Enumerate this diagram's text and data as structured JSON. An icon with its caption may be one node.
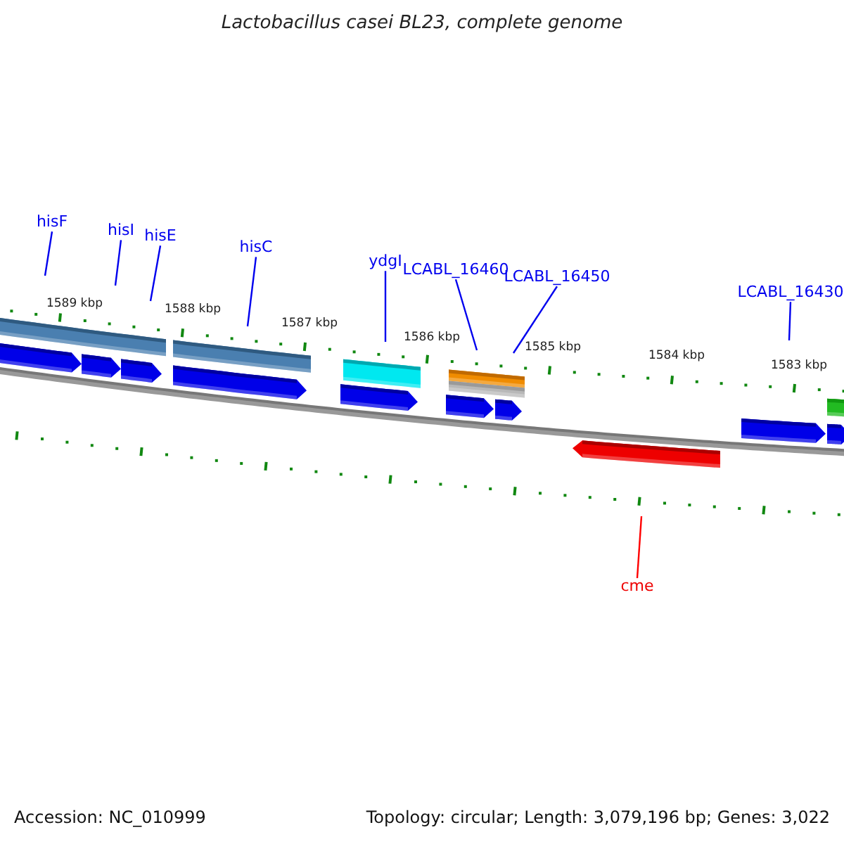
{
  "diagram": {
    "title": "Lactobacillus casei BL23, complete genome",
    "nodes": [
      {
        "text": [
          "hisF"
        ]
      },
      {
        "text": [
          "hisI"
        ]
      },
      {
        "text": [
          "hisE"
        ]
      },
      {
        "text": [
          "hisC"
        ]
      },
      {
        "text": [
          "ydgI"
        ]
      },
      {
        "text": [
          "LCABL_16460"
        ]
      },
      {
        "text": [
          "LCABL_16450"
        ]
      },
      {
        "text": [
          "LCABL_16430"
        ]
      },
      {
        "text": [
          "cme"
        ]
      }
    ],
    "edges": [
      {
        "from": 0,
        "to": null,
        "arrow": "none"
      },
      {
        "from": 1,
        "to": null,
        "arrow": "none"
      },
      {
        "from": 2,
        "to": null,
        "arrow": "none"
      },
      {
        "from": 3,
        "to": null,
        "arrow": "none"
      },
      {
        "from": 4,
        "to": null,
        "arrow": "none"
      },
      {
        "from": 5,
        "to": null,
        "arrow": "none"
      },
      {
        "from": 6,
        "to": null,
        "arrow": "none"
      },
      {
        "from": 7,
        "to": null,
        "arrow": "none"
      },
      {
        "from": 8,
        "to": null,
        "arrow": "none",
        "color": "#ff0000"
      }
    ],
    "labels": [
      "1589 kbp",
      "1588 kbp",
      "1587 kbp",
      "1586 kbp",
      "1585 kbp",
      "1584 kbp",
      "1583 kbp",
      "Accession: NC_010999",
      "Topology: circular; Length: 3,079,196 bp; Genes: 3,022"
    ]
  }
}
